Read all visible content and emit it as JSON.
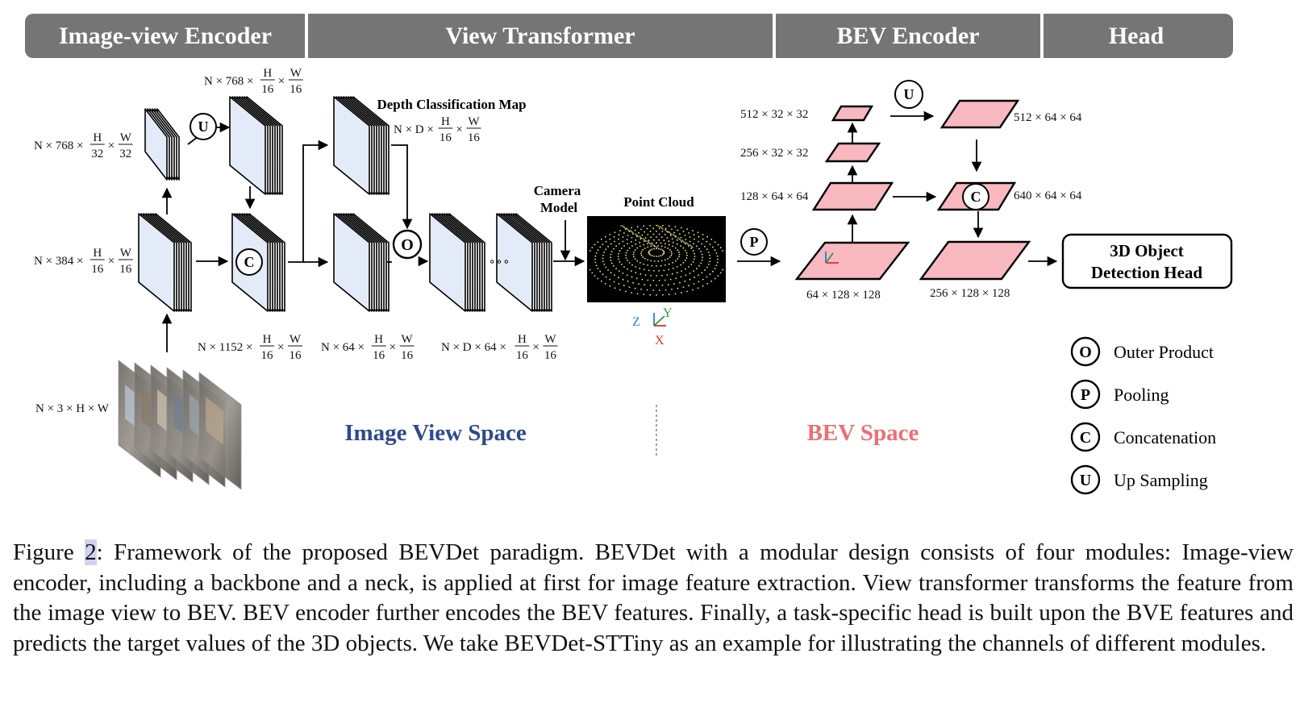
{
  "header": {
    "modules": [
      "Image-view Encoder",
      "View Transformer",
      "BEV Encoder",
      "Head"
    ],
    "fill_color": "#757575",
    "text_color": "#ffffff"
  },
  "image_view": {
    "input_label": "N × 3 × H × W",
    "dim_768_32": {
      "pre": "N × 768 ×",
      "f1": [
        "H",
        "32"
      ],
      "f2": [
        "W",
        "32"
      ]
    },
    "dim_384_16": {
      "pre": "N × 384 ×",
      "f1": [
        "H",
        "16"
      ],
      "f2": [
        "W",
        "16"
      ]
    },
    "dim_768_16": {
      "pre": "N × 768 ×",
      "f1": [
        "H",
        "16"
      ],
      "f2": [
        "W",
        "16"
      ]
    },
    "dim_1152_16": {
      "pre": "N × 1152 ×",
      "f1": [
        "H",
        "16"
      ],
      "f2": [
        "W",
        "16"
      ]
    },
    "dim_64_16": {
      "pre": "N × 64 ×",
      "f1": [
        "H",
        "16"
      ],
      "f2": [
        "W",
        "16"
      ]
    },
    "dim_ND64_16": {
      "pre": "N × D × 64 ×",
      "f1": [
        "H",
        "16"
      ],
      "f2": [
        "W",
        "16"
      ]
    },
    "depth_title": "Depth Classification Map",
    "dim_depth": {
      "pre": "N × D ×",
      "f1": [
        "H",
        "16"
      ],
      "f2": [
        "W",
        "16"
      ]
    },
    "camera_label": [
      "Camera",
      "Model"
    ],
    "point_cloud_title": "Point Cloud",
    "axis_labels": [
      "Z",
      "Y",
      "X"
    ],
    "ellipsis": "∘∘∘"
  },
  "bev": {
    "dim_512_32": "512 × 32 × 32",
    "dim_256_32": "256 × 32 × 32",
    "dim_128_64": "128 × 64 × 64",
    "dim_64_128": "64 × 128 × 128",
    "dim_512_64": "512 × 64 × 64",
    "dim_640_64": "640 × 64 × 64",
    "dim_256_128": "256 × 128 × 128",
    "head_label": [
      "3D Object",
      "Detection Head"
    ]
  },
  "ops": {
    "upsample": "U",
    "concat": "C",
    "outer": "O",
    "pool": "P"
  },
  "spaces": {
    "image_view_space": "Image View Space",
    "bev_space": "BEV Space",
    "image_color": "#2e4a8c",
    "bev_color": "#ee6e73"
  },
  "legend": [
    {
      "symbol": "O",
      "label": "Outer Product"
    },
    {
      "symbol": "P",
      "label": "Pooling"
    },
    {
      "symbol": "C",
      "label": "Concatenation"
    },
    {
      "symbol": "U",
      "label": "Up Sampling"
    }
  ],
  "colors": {
    "feature_fill": "#e3ebf8",
    "bev_fill": "#f7b8bf",
    "point_cloud_bg": "#000000",
    "point_color": "#f4f08a"
  },
  "caption": {
    "figure_prefix": "Figure ",
    "figure_number": "2",
    "text": ": Framework of the proposed BEVDet paradigm. BEVDet with a modular design consists of four modules: Image-view encoder, including a backbone and a neck, is applied at first for image feature extraction. View transformer transforms the feature from the image view to BEV. BEV encoder further encodes the BEV features. Finally, a task-specific head is built upon the BVE features and predicts the target values of the 3D objects. We take BEVDet-STTiny as an example for illustrating the channels of different modules."
  }
}
